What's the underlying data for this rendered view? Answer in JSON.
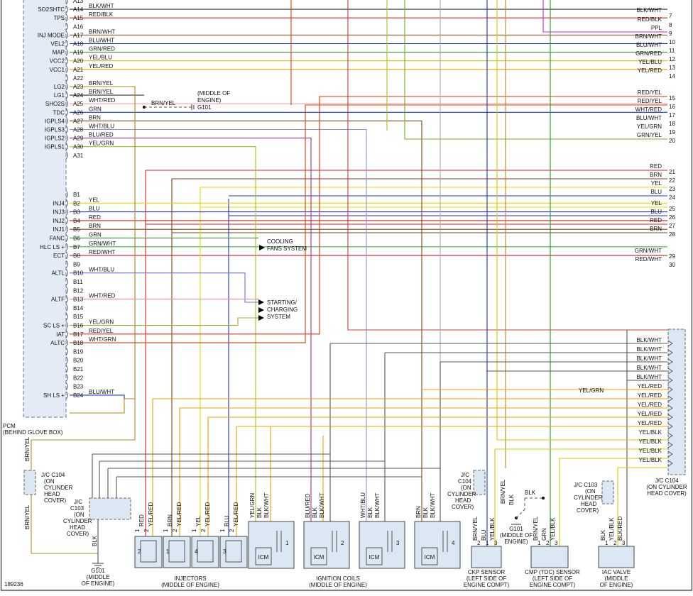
{
  "pcm": {
    "title_line1": "PCM",
    "title_line2": "(BEHIND GLOVE BOX)",
    "pins": [
      {
        "pin": "A13",
        "signal": "",
        "color": "",
        "wire": ""
      },
      {
        "pin": "A14",
        "signal": "SO2SHTC",
        "color": "BLK/WHT",
        "wire": "#303030"
      },
      {
        "pin": "A15",
        "signal": "TPS",
        "color": "RED/BLK",
        "wire": "#d42020"
      },
      {
        "pin": "A16",
        "signal": "",
        "color": "",
        "wire": ""
      },
      {
        "pin": "A17",
        "signal": "INJ MODE",
        "color": "BRN/WHT",
        "wire": "#8b5a2b"
      },
      {
        "pin": "A18",
        "signal": "VEL2",
        "color": "BLU/WHT",
        "wire": "#2030d0"
      },
      {
        "pin": "A19",
        "signal": "MAP",
        "color": "GRN/RED",
        "wire": "#2e9e2e"
      },
      {
        "pin": "A20",
        "signal": "VCC2",
        "color": "YEL/BLU",
        "wire": "#e0c000"
      },
      {
        "pin": "A21",
        "signal": "VCC1",
        "color": "YEL/RED",
        "wire": "#f0a000"
      },
      {
        "pin": "A22",
        "signal": "",
        "color": "",
        "wire": ""
      },
      {
        "pin": "A23",
        "signal": "LG2",
        "color": "BRN/YEL",
        "wire": "#b08a20"
      },
      {
        "pin": "A24",
        "signal": "LG1",
        "color": "BRN/YEL",
        "wire": "#333333"
      },
      {
        "pin": "A25",
        "signal": "SHO2S",
        "color": "WHT/RED",
        "wire": "#f0a0a0"
      },
      {
        "pin": "A26",
        "signal": "TDC",
        "color": "GRN",
        "wire": "#18a018"
      },
      {
        "pin": "A27",
        "signal": "IGPLS4",
        "color": "BRN",
        "wire": "#7a4a1a"
      },
      {
        "pin": "A28",
        "signal": "IGPLS3",
        "color": "WHT/BLU",
        "wire": "#9090e0"
      },
      {
        "pin": "A29",
        "signal": "IGPLS2",
        "color": "BLU/RED",
        "wire": "#a03090"
      },
      {
        "pin": "A30",
        "signal": "IGPLS1",
        "color": "YEL/GRN",
        "wire": "#a8c020"
      },
      {
        "pin": "A31",
        "signal": "",
        "color": "",
        "wire": ""
      },
      {
        "pin": "B1",
        "signal": "",
        "color": "",
        "wire": ""
      },
      {
        "pin": "B2",
        "signal": "INJ4",
        "color": "YEL",
        "wire": "#e8d800"
      },
      {
        "pin": "B3",
        "signal": "INJ3",
        "color": "BLU",
        "wire": "#2030d0"
      },
      {
        "pin": "B4",
        "signal": "INJ2",
        "color": "RED",
        "wire": "#d42020"
      },
      {
        "pin": "B5",
        "signal": "INJ1",
        "color": "BRN",
        "wire": "#7a4a1a"
      },
      {
        "pin": "B6",
        "signal": "FANC",
        "color": "GRN",
        "wire": "#18a018"
      },
      {
        "pin": "B7",
        "signal": "HLC LS +",
        "color": "GRN/WHT",
        "wire": "#40b040"
      },
      {
        "pin": "B8",
        "signal": "ECT",
        "color": "RED/WHT",
        "wire": "#d42020"
      },
      {
        "pin": "B9",
        "signal": "",
        "color": "",
        "wire": ""
      },
      {
        "pin": "B10",
        "signal": "ALTL",
        "color": "WHT/BLU",
        "wire": "#7070d0"
      },
      {
        "pin": "B11",
        "signal": "",
        "color": "",
        "wire": ""
      },
      {
        "pin": "B12",
        "signal": "",
        "color": "",
        "wire": ""
      },
      {
        "pin": "B13",
        "signal": "ALTF",
        "color": "WHT/RED",
        "wire": "#e89090"
      },
      {
        "pin": "B14",
        "signal": "",
        "color": "",
        "wire": ""
      },
      {
        "pin": "B15",
        "signal": "",
        "color": "",
        "wire": ""
      },
      {
        "pin": "B16",
        "signal": "SC LS +",
        "color": "YEL/GRN",
        "wire": "#90b030"
      },
      {
        "pin": "B17",
        "signal": "IAT",
        "color": "RED/YEL",
        "wire": "#e03010"
      },
      {
        "pin": "B18",
        "signal": "ALTC",
        "color": "WHT/GRN",
        "wire": "#80c080"
      },
      {
        "pin": "B19",
        "signal": "",
        "color": "",
        "wire": ""
      },
      {
        "pin": "B20",
        "signal": "",
        "color": "",
        "wire": ""
      },
      {
        "pin": "B21",
        "signal": "",
        "color": "",
        "wire": ""
      },
      {
        "pin": "B22",
        "signal": "",
        "color": "",
        "wire": ""
      },
      {
        "pin": "B23",
        "signal": "",
        "color": "",
        "wire": ""
      },
      {
        "pin": "B24",
        "signal": "SH LS +",
        "color": "BLU/WHT",
        "wire": "#2030d0"
      }
    ]
  },
  "right_wires": [
    {
      "num": "7",
      "color": "BLK/WHT",
      "wire": "#303030"
    },
    {
      "num": "8",
      "color": "RED/BLK",
      "wire": "#d42020"
    },
    {
      "num": "9",
      "color": "PPL",
      "wire": "#d020d0"
    },
    {
      "num": "10",
      "color": "BRN/WHT",
      "wire": "#8b5a2b"
    },
    {
      "num": "11",
      "color": "BLU/WHT",
      "wire": "#2030d0"
    },
    {
      "num": "12",
      "color": "GRN/RED",
      "wire": "#2e9e2e"
    },
    {
      "num": "13",
      "color": "YEL/BLU",
      "wire": "#e0c000"
    },
    {
      "num": "14",
      "color": "YEL/RED",
      "wire": "#f0a000"
    },
    {
      "num": "15",
      "color": "RED/YEL",
      "wire": "#e04010"
    },
    {
      "num": "16",
      "color": "RED/YEL",
      "wire": "#d84010"
    },
    {
      "num": "17",
      "color": "WHT/RED",
      "wire": "#f0a0a0"
    },
    {
      "num": "18",
      "color": "BLU/WHT",
      "wire": "#2030d0"
    },
    {
      "num": "19",
      "color": "YEL/GRN",
      "wire": "#a8c020"
    },
    {
      "num": "20",
      "color": "GRN/YEL",
      "wire": "#70b020"
    },
    {
      "num": "21",
      "color": "RED",
      "wire": "#d42020"
    },
    {
      "num": "22",
      "color": "BRN",
      "wire": "#7a4a1a"
    },
    {
      "num": "23",
      "color": "YEL",
      "wire": "#e8d800"
    },
    {
      "num": "24",
      "color": "BLU",
      "wire": "#2030d0"
    },
    {
      "num": "25",
      "color": "YEL",
      "wire": "#e8d800"
    },
    {
      "num": "26",
      "color": "BLU",
      "wire": "#2030d0"
    },
    {
      "num": "27",
      "color": "RED",
      "wire": "#d42020"
    },
    {
      "num": "28",
      "color": "BRN",
      "wire": "#7a4a1a"
    },
    {
      "num": "29",
      "color": "GRN/WHT",
      "wire": "#40b040"
    },
    {
      "num": "30",
      "color": "RED/WHT",
      "wire": "#d42020"
    }
  ],
  "jc104_right": {
    "label": [
      "J/C C104",
      "(ON CYLINDER",
      "HEAD COVER)"
    ],
    "wires": [
      {
        "color": "BLK/WHT",
        "wire": "#555555"
      },
      {
        "color": "BLK/WHT",
        "wire": "#555555"
      },
      {
        "color": "BLK/WHT",
        "wire": "#555555"
      },
      {
        "color": "BLK/WHT",
        "wire": "#555555"
      },
      {
        "color": "BLK/WHT",
        "wire": "#555555"
      },
      {
        "color": "YEL/RED",
        "wire": "#f0a000"
      },
      {
        "color": "YEL/RED",
        "wire": "#f0a000"
      },
      {
        "color": "YEL/RED",
        "wire": "#f0a000"
      },
      {
        "color": "YEL/RED",
        "wire": "#f0a000"
      },
      {
        "color": "YEL/RED",
        "wire": "#f0a000"
      },
      {
        "color": "YEL/BLK",
        "wire": "#d8c800"
      },
      {
        "color": "YEL/BLK",
        "wire": "#d8c800"
      },
      {
        "color": "YEL/BLK",
        "wire": "#d8c800"
      },
      {
        "color": "YEL/BLK",
        "wire": "#d8c800"
      }
    ],
    "yelgrn_label": "YEL/GRN"
  },
  "annotations": {
    "g101_top_wire": "BRN/YEL",
    "g101_top_label": [
      "(MIDDLE OF",
      "ENGINE)",
      "G101"
    ],
    "cooling": [
      "COOLING",
      "FANS SYSTEM"
    ],
    "charging": [
      "STARTING/",
      "CHARGING",
      "SYSTEM"
    ],
    "left_brnyel": "BRN/YEL",
    "left_brnyel2": "BRN/YEL",
    "jc104_left": [
      "J/C C104",
      "(ON",
      "CYLINDER",
      "HEAD",
      "COVER)"
    ],
    "jc103_left": [
      "J/C",
      "C103",
      "(ON",
      "CYLINDER",
      "HEAD",
      "COVER)"
    ],
    "blk": "BLK",
    "g101_left": [
      "G101",
      "(MIDDLE",
      "OF ENGINE)"
    ],
    "figure_id": "189236"
  },
  "injectors": {
    "caption": [
      "INJECTORS",
      "(MIDDLE OF ENGINE)"
    ],
    "units": [
      {
        "p1": "1",
        "p2": "2",
        "w1": "RED",
        "w2": "YEL/RED",
        "num": "2"
      },
      {
        "p1": "1",
        "p2": "2",
        "w1": "BRN",
        "w2": "YEL/RED",
        "num": "1"
      },
      {
        "p1": "1",
        "p2": "2",
        "w1": "YEL",
        "w2": "YEL/RED",
        "num": "4"
      },
      {
        "p1": "1",
        "p2": "2",
        "w1": "BLU",
        "w2": "YEL/RED",
        "num": "3"
      }
    ]
  },
  "coils": {
    "caption": [
      "IGNITION COILS",
      "(MIDDLE OF ENGINE)"
    ],
    "icm": "ICM",
    "units": [
      {
        "w1": "YEL/GRN",
        "w2": "BLK",
        "w3": "BLK/WHT",
        "num": "1"
      },
      {
        "w1": "BLU/RED",
        "w2": "BLK",
        "w3": "BLK/WHT",
        "num": "2"
      },
      {
        "w1": "WHT/BLU",
        "w2": "BLK",
        "w3": "BLK/WHT",
        "num": "3"
      },
      {
        "w1": "BRN",
        "w2": "BLK",
        "w3": "BLK/WHT",
        "num": "4"
      }
    ]
  },
  "ckp": {
    "caption": [
      "CKP SENSOR",
      "(LEFT SIDE OF",
      "ENGINE COMPT)"
    ],
    "pins": [
      "2",
      "1",
      "3"
    ],
    "wires": [
      "BRN/YEL",
      "BLU",
      "YEL/BLK"
    ],
    "jc": [
      "J/C",
      "C104",
      "(ON",
      "CYLINDER",
      "HEAD",
      "COVER)"
    ],
    "brnyel": "BRN/YEL",
    "blk": "BLK",
    "g101": [
      "G101",
      "(MIDDLE OF",
      "ENGINE)"
    ],
    "blk2": "BLK"
  },
  "cmp": {
    "caption": [
      "CMP (TDC) SENSOR",
      "(LEFT SIDE OF",
      "ENGINE COMPT)"
    ],
    "pins": [
      "1",
      "2",
      "3"
    ],
    "wires": [
      "BRN/YEL",
      "GRN",
      "YEL/BLK"
    ]
  },
  "iac": {
    "caption": [
      "IAC VALVE",
      "(MIDDLE",
      "OF ENGINE)"
    ],
    "pins": [
      "1",
      "2",
      "3"
    ],
    "wires": [
      "BLK",
      "YEL/BLK",
      "BLK/RED"
    ],
    "jc": [
      "J/C C103",
      "(ON",
      "CYLINDER",
      "HEAD",
      "COVER)"
    ]
  },
  "colors": {
    "outline": "#000000",
    "component_fill": "#dbe7f3",
    "pcm_fill": "#e3ecf6"
  }
}
